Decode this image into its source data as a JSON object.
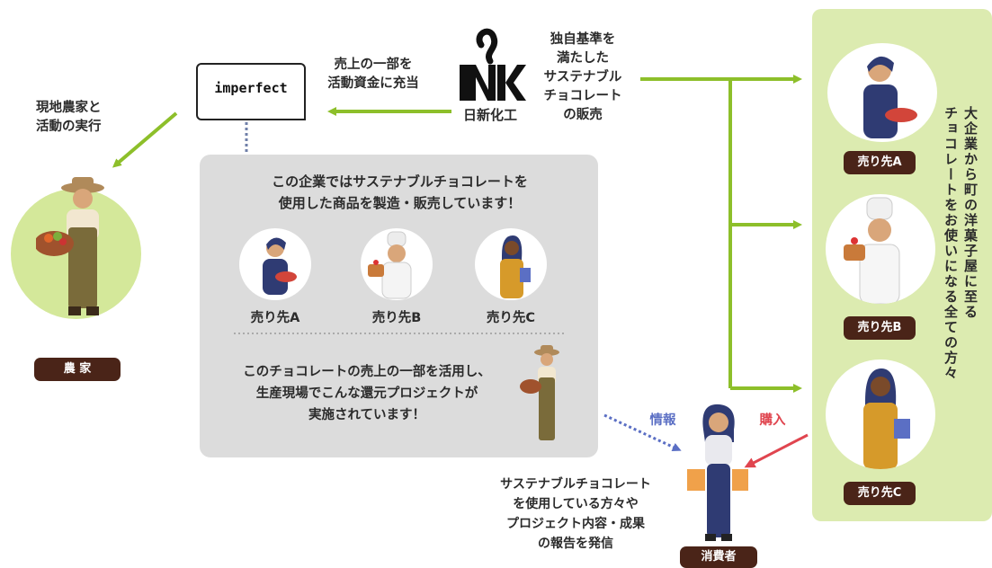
{
  "logos": {
    "imperfect": "imperfect",
    "nk_company": "日新化工"
  },
  "labels": {
    "revenue_share": "売上の一部を\n活動資金に充当",
    "sustainable_sales": "独自基準を\n満たした\nサステナブル\nチョコレート\nの販売",
    "farmers_action": "現地農家と\n活動の実行",
    "info_label": "情報",
    "purchase_label": "購入",
    "vertical_caption": "大企業から町の洋菓子屋に至る\nチョコレートをお使いになる全ての方々",
    "broadcast": "サステナブルチョコレート\nを使用している方々や\nプロジェクト内容・成果\nの報告を発信"
  },
  "panel": {
    "heading": "この企業ではサステナブルチョコレートを\n使用した商品を製造・販売しています！",
    "sellers": [
      "売り先A",
      "売り先B",
      "売り先C"
    ],
    "project_text": "このチョコレートの売上の一部を活用し、\n生産現場でこんな還元プロジェクトが\n実施されています！"
  },
  "badges": {
    "farmer": "農 家",
    "consumer": "消費者",
    "seller_a": "売り先A",
    "seller_b": "売り先B",
    "seller_c": "売り先C"
  },
  "colors": {
    "green_arrow": "#8dbf2a",
    "green_panel": "#dcebb0",
    "badge": "#4a2418",
    "info_blue": "#5b6fc4",
    "purchase_red": "#e0454f"
  }
}
